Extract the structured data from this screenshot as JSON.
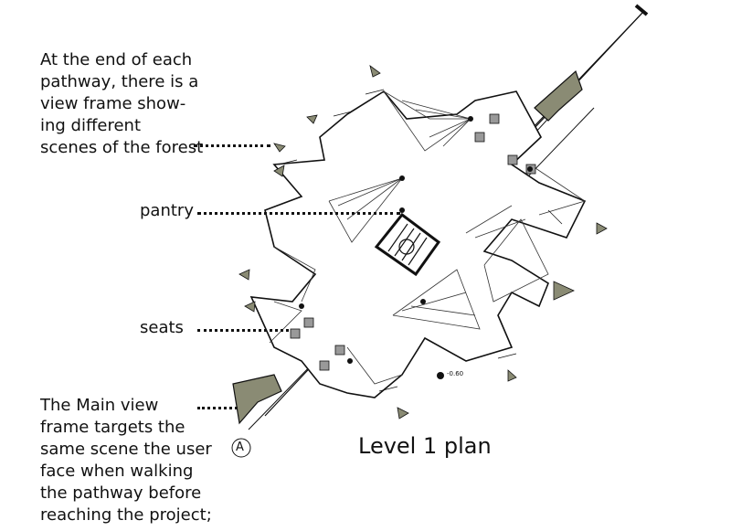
{
  "annotations": {
    "view_frame_note": "At the end of each\npathway, there is a\nview frame show-\ning  different\nscenes of the forest",
    "pantry": "pantry",
    "seats": "seats",
    "main_view_note": "The Main view\nframe targets the\nsame scene the user\nface when walking\nthe pathway before\nreaching the project;"
  },
  "title": "Level 1 plan",
  "section_marker": "A",
  "level_mark": "-0.60",
  "colors": {
    "arrow_fill": "#8a8b74",
    "ink": "#111111"
  }
}
